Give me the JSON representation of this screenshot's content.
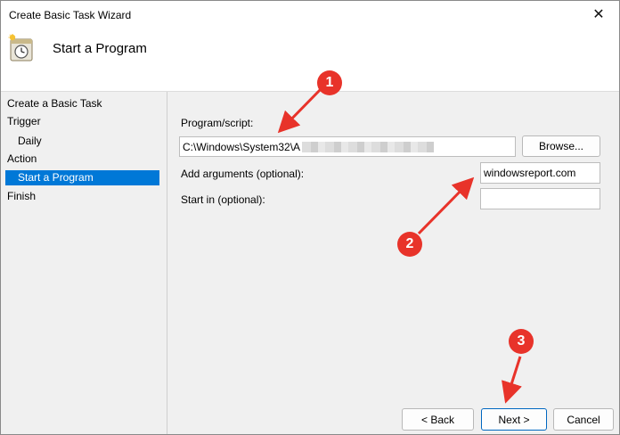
{
  "window": {
    "title": "Create Basic Task Wizard",
    "close_glyph": "✕"
  },
  "header": {
    "title": "Start a Program",
    "icon": "task-clock-icon"
  },
  "sidebar": {
    "items": [
      {
        "label": "Create a Basic Task"
      },
      {
        "label": "Trigger"
      },
      {
        "label": "Daily"
      },
      {
        "label": "Action"
      },
      {
        "label": "Start a Program"
      },
      {
        "label": "Finish"
      }
    ],
    "selected": "Start a Program"
  },
  "form": {
    "program_label": "Program/script:",
    "program_value": "C:\\Windows\\System32\\A",
    "browse_label": "Browse...",
    "args_label": "Add arguments (optional):",
    "args_value": "windowsreport.com",
    "startin_label": "Start in (optional):",
    "startin_value": ""
  },
  "footer": {
    "back_label": "< Back",
    "next_label": "Next >",
    "cancel_label": "Cancel"
  },
  "annotations": {
    "badge1": "1",
    "badge2": "2",
    "badge3": "3",
    "color": "#e8332a"
  }
}
